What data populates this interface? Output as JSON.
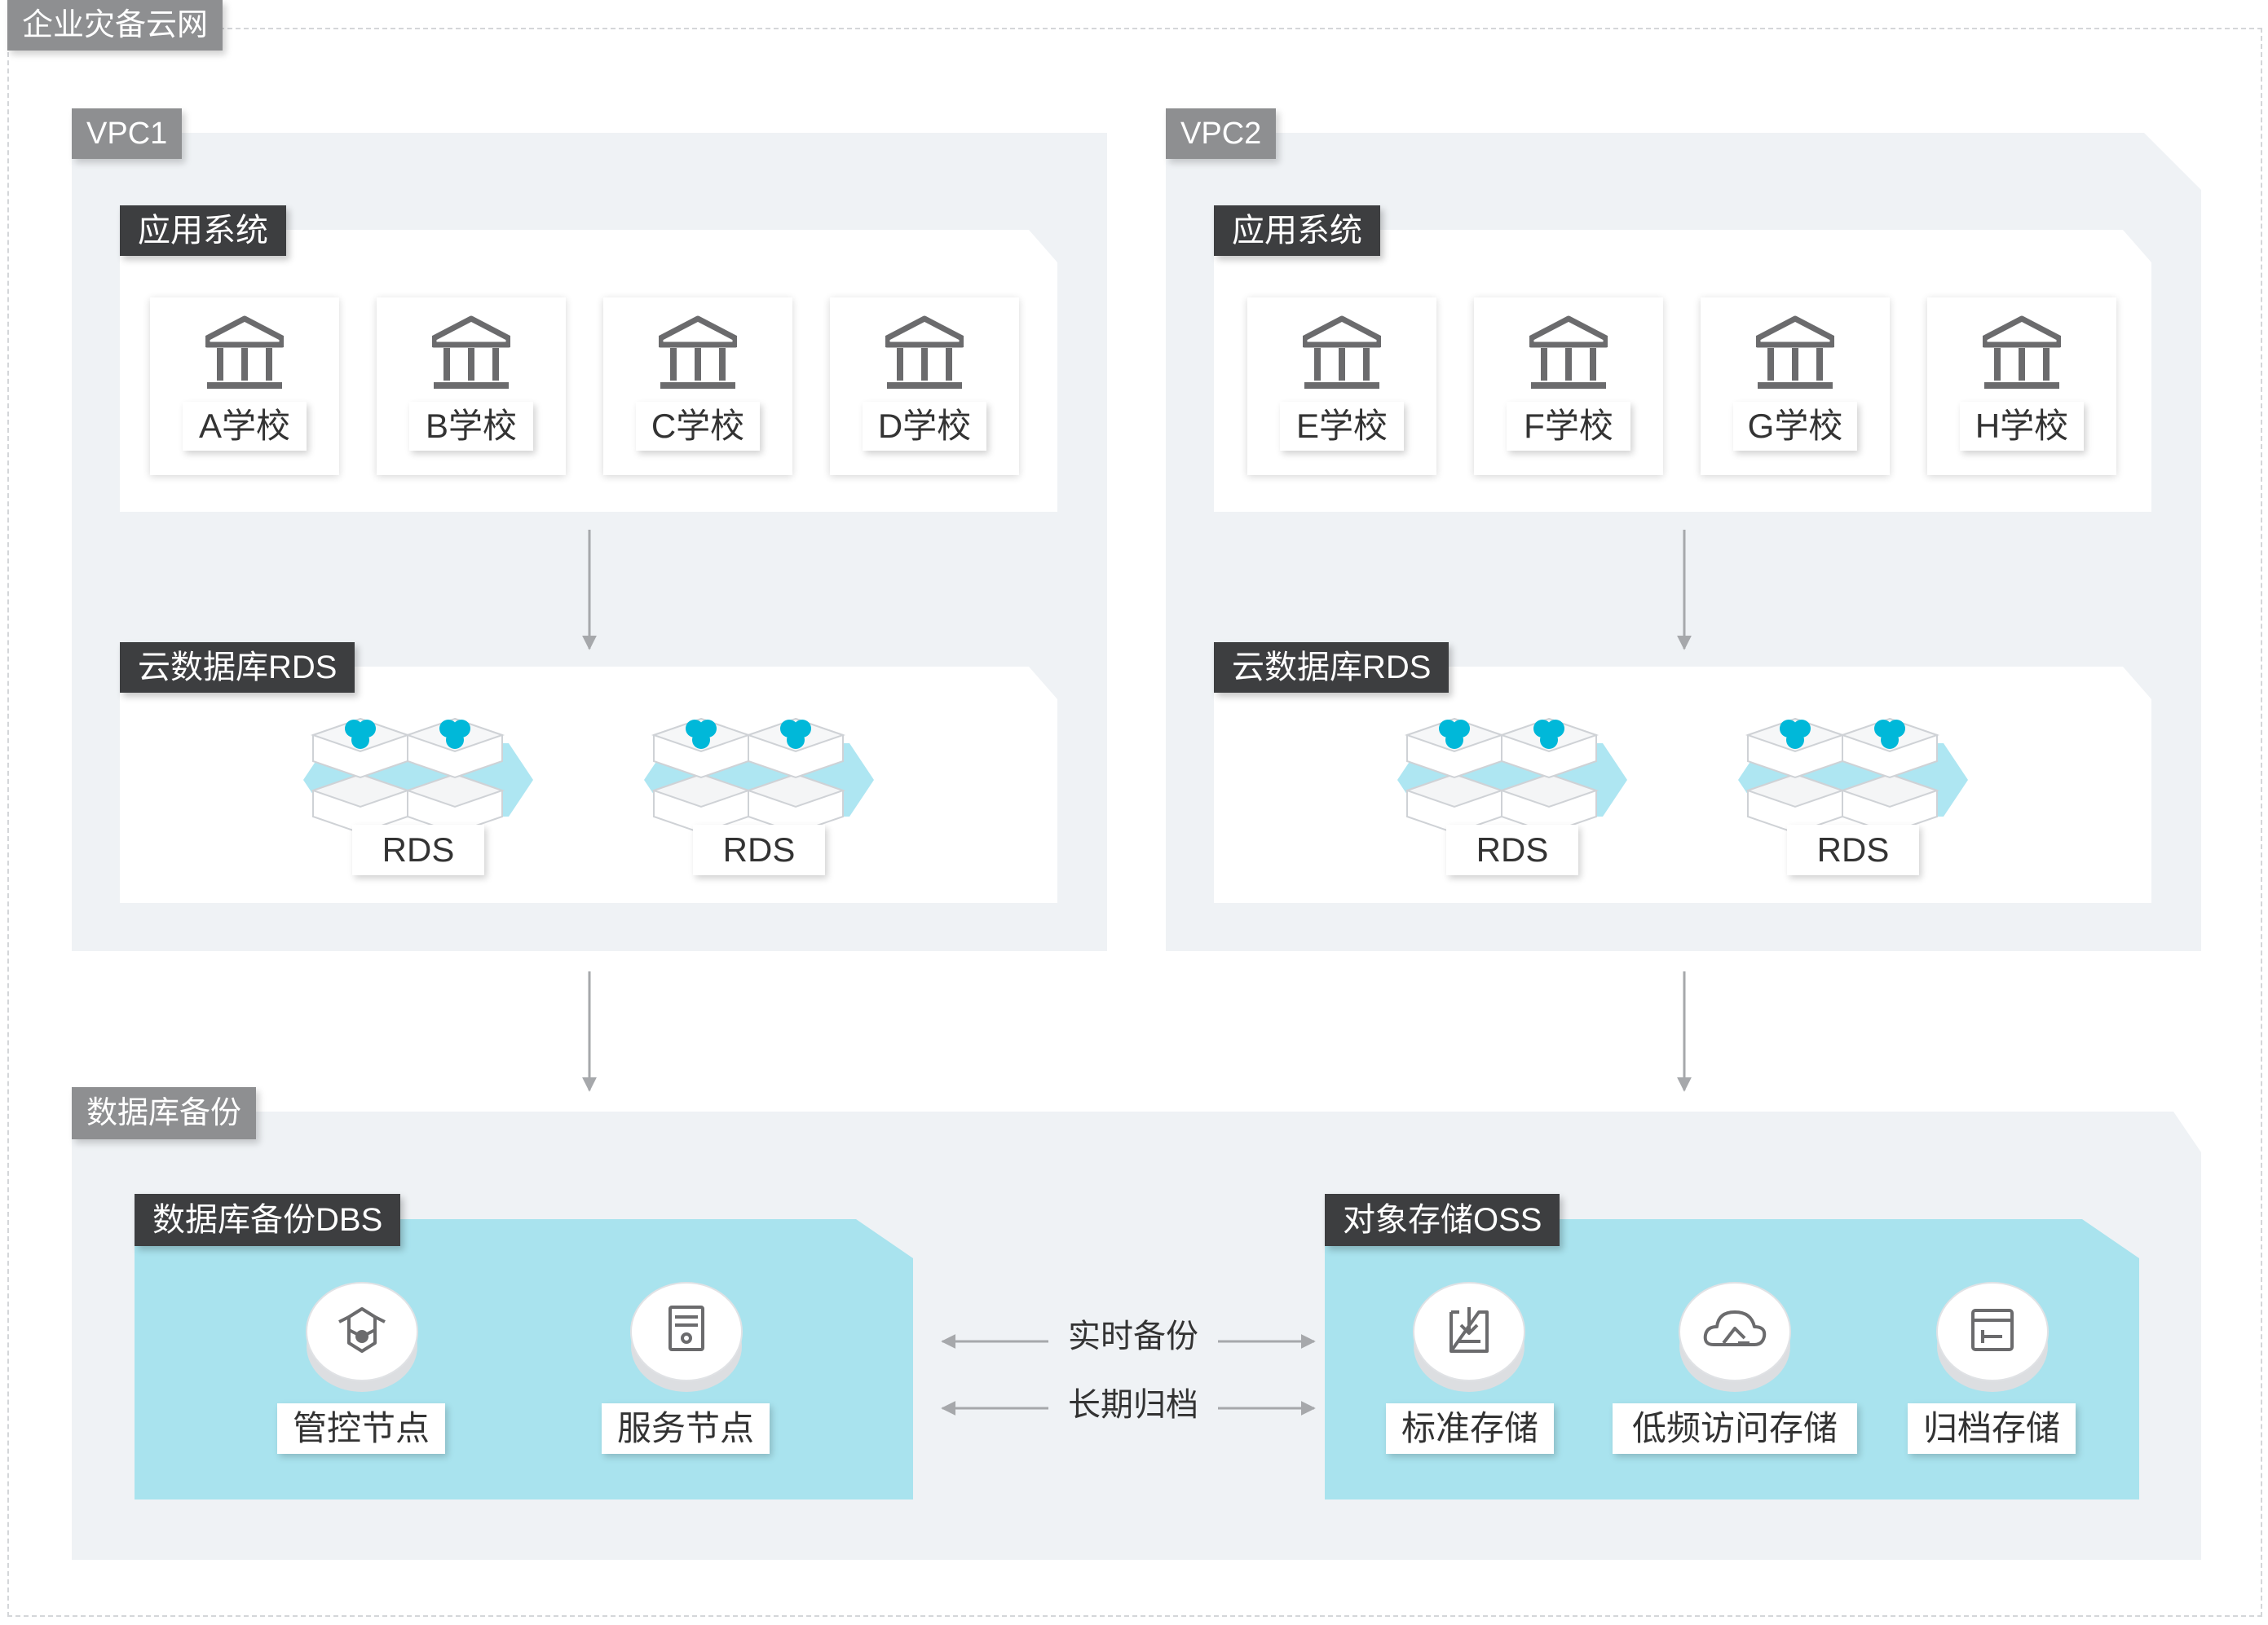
{
  "frame": {
    "title": "企业灾备云网"
  },
  "vpcs": [
    {
      "title": "VPC1",
      "app_title": "应用系统",
      "schools": [
        "A学校",
        "B学校",
        "C学校",
        "D学校"
      ],
      "rds_title": "云数据库RDS",
      "rds_items": [
        "RDS",
        "RDS"
      ]
    },
    {
      "title": "VPC2",
      "app_title": "应用系统",
      "schools": [
        "E学校",
        "F学校",
        "G学校",
        "H学校"
      ],
      "rds_title": "云数据库RDS",
      "rds_items": [
        "RDS",
        "RDS"
      ]
    }
  ],
  "backup": {
    "title": "数据库备份",
    "dbs": {
      "title": "数据库备份DBS",
      "nodes": [
        "管控节点",
        "服务节点"
      ]
    },
    "oss": {
      "title": "对象存储OSS",
      "nodes": [
        "标准存储",
        "低频访问存储",
        "归档存储"
      ]
    },
    "links": [
      "实时备份",
      "长期归档"
    ]
  },
  "icons": {
    "school": "school-building-icon",
    "rds": "rds-database-cluster-icon",
    "dbs_nodes": [
      "control-node-icon",
      "service-node-icon"
    ],
    "oss_nodes": [
      "standard-storage-icon",
      "infrequent-access-icon",
      "archive-storage-icon"
    ]
  },
  "colors": {
    "accent_cyan": "#00b8d9",
    "panel_cyan": "#a9e3ee",
    "panel_gray": "#eff2f5",
    "tag_dark": "#3d3e40",
    "tag_gray": "#8e8f91"
  }
}
